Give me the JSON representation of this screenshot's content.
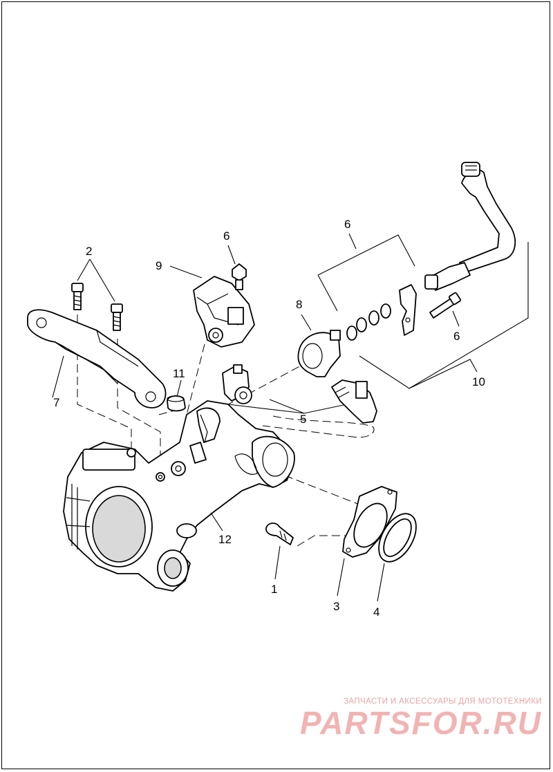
{
  "diagram": {
    "callouts": {
      "c1": "1",
      "c2": "2",
      "c3": "3",
      "c4": "4",
      "c5": "5",
      "c6a": "6",
      "c6b": "6",
      "c6c": "6",
      "c7": "7",
      "c8": "8",
      "c9": "9",
      "c10": "10",
      "c11": "11",
      "c12": "12"
    }
  },
  "watermark": {
    "tagline": "ЗАПЧАСТИ И АКСЕССУАРЫ ДЛЯ МОТОТЕХНИКИ",
    "logo": "PARTSFOR.RU",
    "color": "#f2b3b3"
  }
}
